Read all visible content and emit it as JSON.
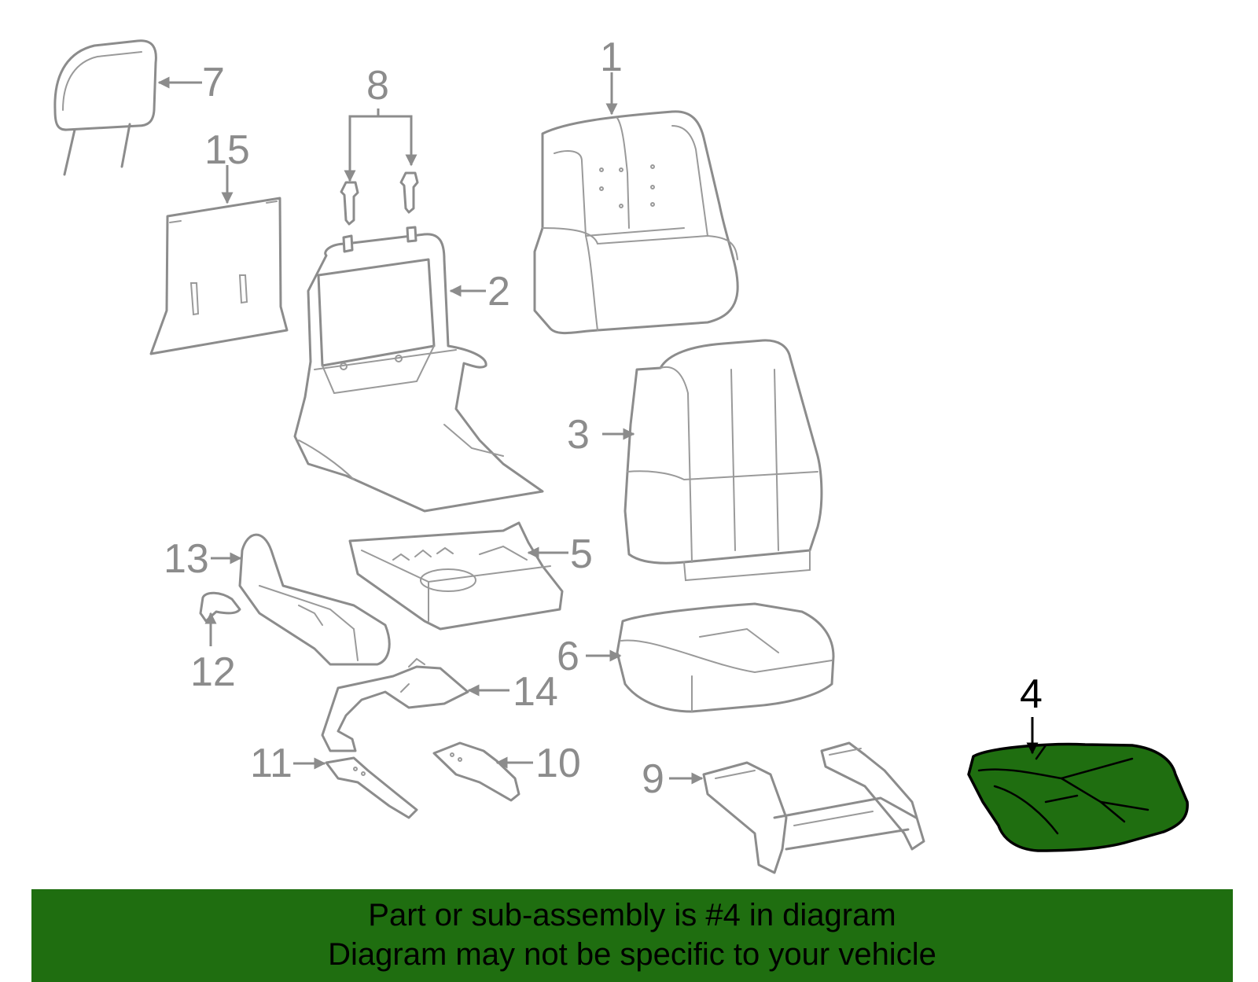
{
  "callouts": [
    "1",
    "2",
    "3",
    "4",
    "5",
    "6",
    "7",
    "8",
    "9",
    "10",
    "11",
    "12",
    "13",
    "14",
    "15"
  ],
  "highlight": {
    "part_number": "4",
    "color": "#1f6e10"
  },
  "banner": {
    "line1": "Part or sub-assembly is #4 in diagram",
    "line2": "Diagram may not be specific to your vehicle",
    "color": "#1f6e10"
  }
}
